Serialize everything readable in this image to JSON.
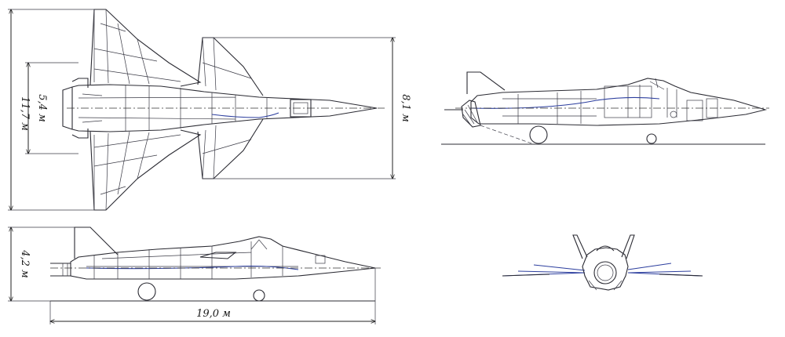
{
  "dimensions": {
    "span_wing": "5,4 м",
    "span_total": "11,7 м",
    "span_stabilizer": "8,1 м",
    "height": "4,2 м",
    "length": "19,0 м"
  },
  "views": [
    "top-view",
    "side-section-view",
    "side-view",
    "front-view"
  ],
  "colors": {
    "line": "#2b2b33",
    "accent": "#2c3e9e",
    "background": "#ffffff"
  }
}
